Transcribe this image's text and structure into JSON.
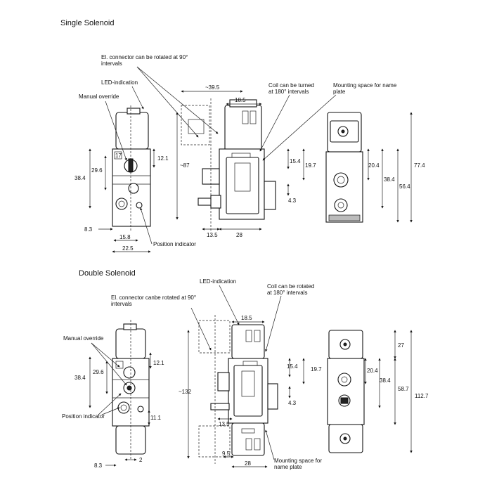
{
  "single": {
    "title": "Single Solenoid",
    "labels": {
      "el_connector": [
        "El. connector can be rotated at 90°",
        "intervals"
      ],
      "led": "LED-indication",
      "manual_override": "Manual override",
      "coil": [
        "Coil can be turned",
        "at 180° intervals"
      ],
      "mounting": [
        "Mounting space for name",
        "plate"
      ],
      "position_indicator": "Position indicator"
    },
    "dims": {
      "d39_5": "~39.5",
      "d18_5": "18.5",
      "d12_1": "12.1",
      "d87": "~87",
      "d38_4a": "38.4",
      "d29_6": "29.6",
      "d17": "17",
      "d8_3": "8.3",
      "d15_8": "15.8",
      "d22_5": "22.5",
      "d13_5": "13.5",
      "d28": "28",
      "d15_4": "15.4",
      "d19_7": "19.7",
      "d4_3": "4.3",
      "d20_4": "20.4",
      "d38_4b": "38.4",
      "d56_4": "56.4",
      "d77_4": "77.4"
    }
  },
  "double": {
    "title": "Double Solenoid",
    "labels": {
      "led": "LED-indication",
      "el_connector": [
        "El. connector canbe rotated at 90°",
        "intervals"
      ],
      "coil": [
        "Coil can be rotated",
        "at 180° intervals"
      ],
      "manual_override": "Manual override",
      "position_indicator": "Position indicator",
      "mounting": [
        "Mounting space for",
        "name plate"
      ]
    },
    "dims": {
      "d18_5": "18.5",
      "d12_1": "12.1",
      "d38_4a": "38.4",
      "d29_6": "29.6",
      "d132": "~132",
      "d11_1": "11.1",
      "d8_3": "8.3",
      "d2": "2",
      "d13_5": "13.5",
      "d9_5": "9.5",
      "d28": "28",
      "d15_4": "15.4",
      "d19_7": "19.7",
      "d4_3": "4.3",
      "d27": "27",
      "d20_4": "20.4",
      "d38_4b": "38.4",
      "d58_7": "58.7",
      "d112_7": "112.7"
    }
  }
}
